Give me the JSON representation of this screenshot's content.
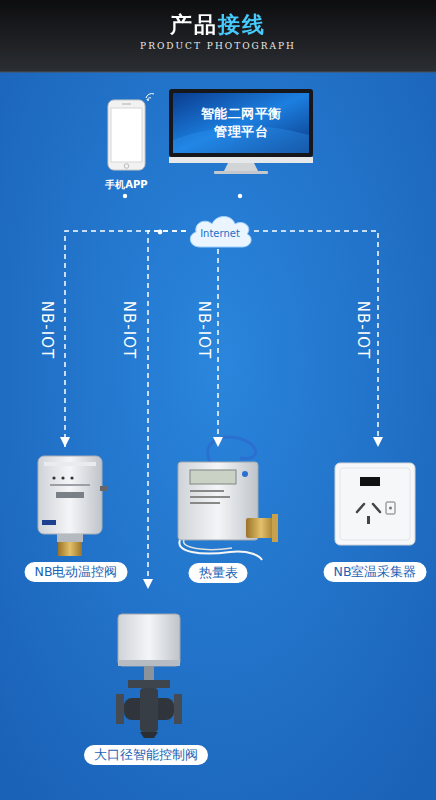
{
  "diagram": {
    "title": "产品接线",
    "nodes": [
      {
        "text": [
          "手机APP"
        ]
      },
      {
        "text": [
          "智能二网平衡 管理平台"
        ]
      },
      {
        "text": [
          "Internet"
        ]
      },
      {
        "text": [
          "NB电动温控阀"
        ]
      },
      {
        "text": [
          "热量表"
        ]
      },
      {
        "text": [
          "NB室温采集器"
        ]
      },
      {
        "text": [
          "大口径智能控制阀"
        ]
      }
    ],
    "edges": [
      {
        "from": 2,
        "to": 3,
        "label": "NB-IOT",
        "arrow": "to"
      },
      {
        "from": 2,
        "to": 6,
        "label": "NB-IOT",
        "arrow": "to"
      },
      {
        "from": 2,
        "to": 4,
        "label": "NB-IOT",
        "arrow": "to"
      },
      {
        "from": 2,
        "to": 5,
        "label": "NB-IOT",
        "arrow": "to"
      }
    ],
    "labels": [
      "PRODUCT PHOTOGRAPH"
    ]
  }
}
